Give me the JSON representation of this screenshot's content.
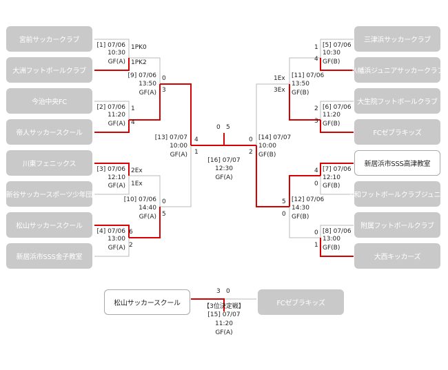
{
  "teams_left": [
    "宮前サッカークラブ",
    "大洲フットボールクラブ",
    "今治中央FC",
    "帝人サッカースクール",
    "川東フェニックス",
    "新谷サッカースポーツ少年団",
    "松山サッカースクール",
    "新居浜市SSS金子教室"
  ],
  "teams_right": [
    "三津浜サッカークラブ",
    "八幡浜ジュニアサッカークラブ",
    "大生院フットボールクラブ",
    "FCゼブラキッズ",
    "新居浜市SSS高津教室",
    "宇和フットボールクラブジュニア",
    "附属フットボールクラブ",
    "大西キッカーズ"
  ],
  "third_place": {
    "left": "松山サッカースクール",
    "right": "FCゼブラキッズ",
    "title": "【3位決定戦】"
  },
  "matches": {
    "m1": {
      "l1": "[1] 07/06",
      "l2": "10:30",
      "l3": "GF(A)",
      "s1": "1PK0",
      "s2": "1PK2"
    },
    "m2": {
      "l1": "[2] 07/06",
      "l2": "11:20",
      "l3": "GF(A)",
      "s1": "1",
      "s2": "4"
    },
    "m3": {
      "l1": "[3] 07/06",
      "l2": "12:10",
      "l3": "GF(A)",
      "s1": "2Ex",
      "s2": "1Ex"
    },
    "m4": {
      "l1": "[4] 07/06",
      "l2": "13:00",
      "l3": "GF(A)",
      "s1": "6",
      "s2": "2"
    },
    "m5": {
      "l1": "[5] 07/06",
      "l2": "10:30",
      "l3": "GF(B)",
      "s1": "1",
      "s2": "4"
    },
    "m6": {
      "l1": "[6] 07/06",
      "l2": "11:20",
      "l3": "GF(B)",
      "s1": "2",
      "s2": "3"
    },
    "m7": {
      "l1": "[7] 07/06",
      "l2": "12:10",
      "l3": "GF(B)",
      "s1": "4",
      "s2": "0"
    },
    "m8": {
      "l1": "[8] 07/06",
      "l2": "13:00",
      "l3": "GF(B)",
      "s1": "0",
      "s2": "1"
    },
    "m9": {
      "l1": "[9] 07/06",
      "l2": "13:50",
      "l3": "GF(A)",
      "s1": "0",
      "s2": "3"
    },
    "m10": {
      "l1": "[10] 07/06",
      "l2": "14:40",
      "l3": "GF(A)",
      "s1": "0",
      "s2": "5"
    },
    "m11": {
      "l1": "[11] 07/06",
      "l2": "13:50",
      "l3": "GF(B)",
      "s1": "1Ex",
      "s2": "3Ex"
    },
    "m12": {
      "l1": "[12] 07/06",
      "l2": "14:30",
      "l3": "GF(B)",
      "s1": "5",
      "s2": "0"
    },
    "m13": {
      "l1": "[13] 07/07",
      "l2": "10:00",
      "l3": "GF(A)",
      "s1": "4",
      "s2": "1"
    },
    "m14": {
      "l1": "[14] 07/07",
      "l2": "10:00",
      "l3": "GF(B)",
      "s1": "0",
      "s2": "2"
    },
    "m15": {
      "l1": "[15] 07/07",
      "l2": "11:20",
      "l3": "GF(A)",
      "s1": "3",
      "s2": "0"
    },
    "m16": {
      "l1": "[16] 07/07",
      "l2": "12:30",
      "l3": "GF(A)",
      "s1": "0",
      "s2": "5"
    }
  }
}
